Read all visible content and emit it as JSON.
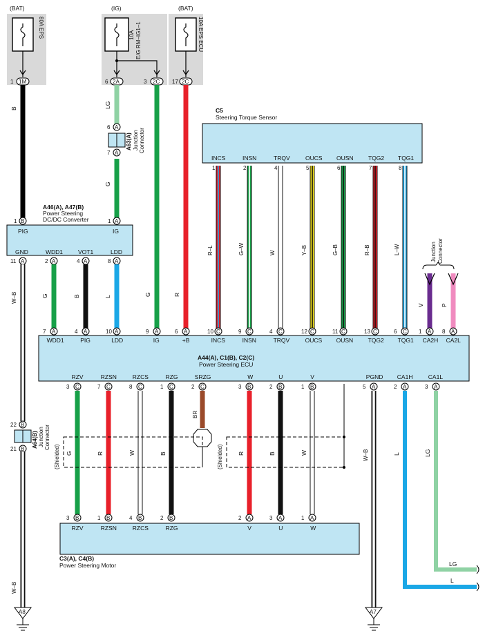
{
  "colors": {
    "B": "#111111",
    "LG": "#8fd2a4",
    "G": "#17a048",
    "R": "#e8202a",
    "L": "#1aa7e6",
    "W": "#ffffff",
    "V": "#6a2c8f",
    "P": "#f08bbf",
    "Y": "#f2e21f",
    "BR": "#9a4a2a",
    "ecu": "#bfe5f3",
    "fuse_area": "#d9d9d9"
  },
  "fuses": [
    {
      "source": "(BAT)",
      "name": "80A EPS",
      "pin_no": "1",
      "pin_id": "1M"
    },
    {
      "source": "(IG)",
      "name": "10A\nE/G RM-IG1-1",
      "pin_no": "6",
      "pin_id": "2A",
      "pin2_no": "3",
      "pin2_id": "2C"
    },
    {
      "source": "(BAT)",
      "name": "10A EPS ECU",
      "pin_no": "17",
      "pin_id": "2C"
    }
  ],
  "converter": {
    "code": "A46(A), A47(B)",
    "name1": "Power Steering",
    "name2": "DC/DC Converter",
    "top_pins": [
      {
        "label": "PIG",
        "no": "1",
        "id": "B"
      },
      {
        "label": "IG",
        "no": "1",
        "id": "A"
      }
    ],
    "bottom_pins": [
      {
        "label": "GND",
        "no": "11",
        "id": "A"
      },
      {
        "label": "WDD1",
        "no": "2",
        "id": "A"
      },
      {
        "label": "VOT1",
        "no": "4",
        "id": "A"
      },
      {
        "label": "LDD",
        "no": "8",
        "id": "A"
      }
    ]
  },
  "junction_a63": {
    "code": "A63(A)",
    "name1": "Junction",
    "name2": "Connector",
    "pin_top_no": "6",
    "pin_top_id": "A",
    "pin_bot_no": "7",
    "pin_bot_id": "A"
  },
  "junction_a64": {
    "code": "A64(B)",
    "name1": "Junction",
    "name2": "Connector",
    "pin_top_no": "22",
    "pin_top_id": "B",
    "pin_bot_no": "21",
    "pin_bot_id": "B"
  },
  "junction_right": {
    "name1": "Junction",
    "name2": "Connector"
  },
  "sensor": {
    "code": "C5",
    "name": "Steering Torque Sensor",
    "pins": [
      {
        "label": "INCS",
        "no": "1",
        "wire": "R–L"
      },
      {
        "label": "INSN",
        "no": "2",
        "wire": "G–W"
      },
      {
        "label": "TRQV",
        "no": "4",
        "wire": "W"
      },
      {
        "label": "OUCS",
        "no": "5",
        "wire": "Y–B"
      },
      {
        "label": "OUSN",
        "no": "6",
        "wire": "G–B"
      },
      {
        "label": "TQG2",
        "no": "7",
        "wire": "R–B"
      },
      {
        "label": "TQG1",
        "no": "8",
        "wire": "L–W"
      }
    ]
  },
  "ecu": {
    "code": "A44(A), C1(B), C2(C)",
    "name": "Power Steering ECU",
    "top_pins": [
      {
        "label": "WDD1",
        "no": "7",
        "id": "A"
      },
      {
        "label": "PIG",
        "no": "4",
        "id": "A"
      },
      {
        "label": "LDD",
        "no": "10",
        "id": "A"
      },
      {
        "label": "IG",
        "no": "9",
        "id": "A"
      },
      {
        "label": "+B",
        "no": "6",
        "id": "A"
      },
      {
        "label": "INCS",
        "no": "10",
        "id": "C"
      },
      {
        "label": "INSN",
        "no": "9",
        "id": "C"
      },
      {
        "label": "TRQV",
        "no": "4",
        "id": "C"
      },
      {
        "label": "OUCS",
        "no": "12",
        "id": "C"
      },
      {
        "label": "OUSN",
        "no": "11",
        "id": "C"
      },
      {
        "label": "TQG2",
        "no": "13",
        "id": "C"
      },
      {
        "label": "TQG1",
        "no": "6",
        "id": "C"
      },
      {
        "label": "CA2H",
        "no": "1",
        "id": "A"
      },
      {
        "label": "CA2L",
        "no": "8",
        "id": "A"
      }
    ],
    "bottom_pins": [
      {
        "label": "RZV",
        "no": "3",
        "id": "C"
      },
      {
        "label": "RZSN",
        "no": "7",
        "id": "C"
      },
      {
        "label": "RZCS",
        "no": "8",
        "id": "C"
      },
      {
        "label": "RZG",
        "no": "1",
        "id": "C"
      },
      {
        "label": "SRZG",
        "no": "2",
        "id": "C"
      },
      {
        "label": "W",
        "no": "3",
        "id": "B"
      },
      {
        "label": "U",
        "no": "2",
        "id": "B"
      },
      {
        "label": "V",
        "no": "1",
        "id": "B"
      },
      {
        "label": "PGND",
        "no": "5",
        "id": "A"
      },
      {
        "label": "CA1H",
        "no": "2",
        "id": "A"
      },
      {
        "label": "CA1L",
        "no": "3",
        "id": "A"
      }
    ]
  },
  "motor": {
    "code": "C3(A), C4(B)",
    "name": "Power Steering Motor",
    "pins": [
      {
        "label": "RZV",
        "no": "3",
        "id": "B"
      },
      {
        "label": "RZSN",
        "no": "1",
        "id": "B"
      },
      {
        "label": "RZCS",
        "no": "4",
        "id": "B"
      },
      {
        "label": "RZG",
        "no": "2",
        "id": "B"
      },
      {
        "label": "V",
        "no": "2",
        "id": "A"
      },
      {
        "label": "U",
        "no": "3",
        "id": "A"
      },
      {
        "label": "W",
        "no": "1",
        "id": "A"
      }
    ]
  },
  "wire_labels": {
    "w1": "B",
    "w2": "LG",
    "w3": "G",
    "w4": "G",
    "w5": "R",
    "w6": "W–B",
    "w7": "G",
    "w8": "B",
    "w9": "L",
    "w10": "V",
    "w11": "P",
    "m1": "G",
    "m2": "R",
    "m3": "W",
    "m4": "B",
    "m5": "BR",
    "m6": "R",
    "m7": "B",
    "m8": "W",
    "w_pgnd": "W–B",
    "w_ca1h": "L",
    "w_ca1l": "LG",
    "w_gnd2": "W–B",
    "out_lg": "LG",
    "out_l": "L"
  },
  "shielded": "(Shielded)",
  "grounds": [
    "A8",
    "A7"
  ]
}
